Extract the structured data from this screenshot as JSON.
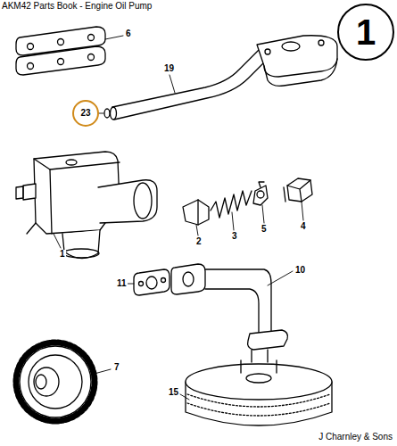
{
  "diagram": {
    "title": "AKM42 Parts Book  -  Engine Oil Pump",
    "caption": "J Charnley & Sons",
    "nodes": [
      {
        "text": [
          "1"
        ]
      },
      {
        "text": [
          "23"
        ]
      }
    ],
    "labels": [
      "6",
      "19",
      "2",
      "3",
      "5",
      "4",
      "1",
      "10",
      "11",
      "7",
      "15"
    ]
  }
}
